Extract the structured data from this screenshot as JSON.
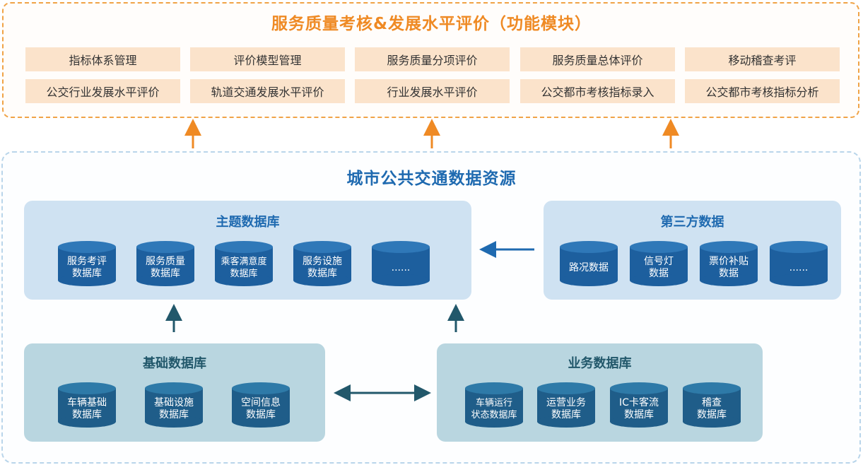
{
  "top": {
    "title": "服务质量考核&发展水平评价（功能模块）",
    "row1": [
      "指标体系管理",
      "评价模型管理",
      "服务质量分项评价",
      "服务质量总体评价",
      "移动稽查考评"
    ],
    "row2": [
      "公交行业发展水平评价",
      "轨道交通发展水平评价",
      "行业发展水平评价",
      "公交都市考核指标录入",
      "公交都市考核指标分析"
    ]
  },
  "bottom": {
    "title": "城市公共交通数据资源",
    "theme": {
      "title": "主题数据库",
      "items": [
        "服务考评\n数据库",
        "服务质量\n数据库",
        "乘客满意度\n数据库",
        "服务设施\n数据库",
        "......"
      ]
    },
    "third": {
      "title": "第三方数据",
      "items": [
        "路况数据",
        "信号灯\n数据",
        "票价补贴\n数据",
        "......"
      ]
    },
    "base": {
      "title": "基础数据库",
      "items": [
        "车辆基础\n数据库",
        "基础设施\n数据库",
        "空间信息\n数据库"
      ]
    },
    "business": {
      "title": "业务数据库",
      "items": [
        "车辆运行\n状态数据库",
        "运营业务\n数据库",
        "IC卡客流\n数据库",
        "稽查\n数据库"
      ]
    }
  },
  "colors": {
    "orange": "#ef8a24",
    "blue": "#1f6ab0",
    "teal": "#22586b"
  }
}
